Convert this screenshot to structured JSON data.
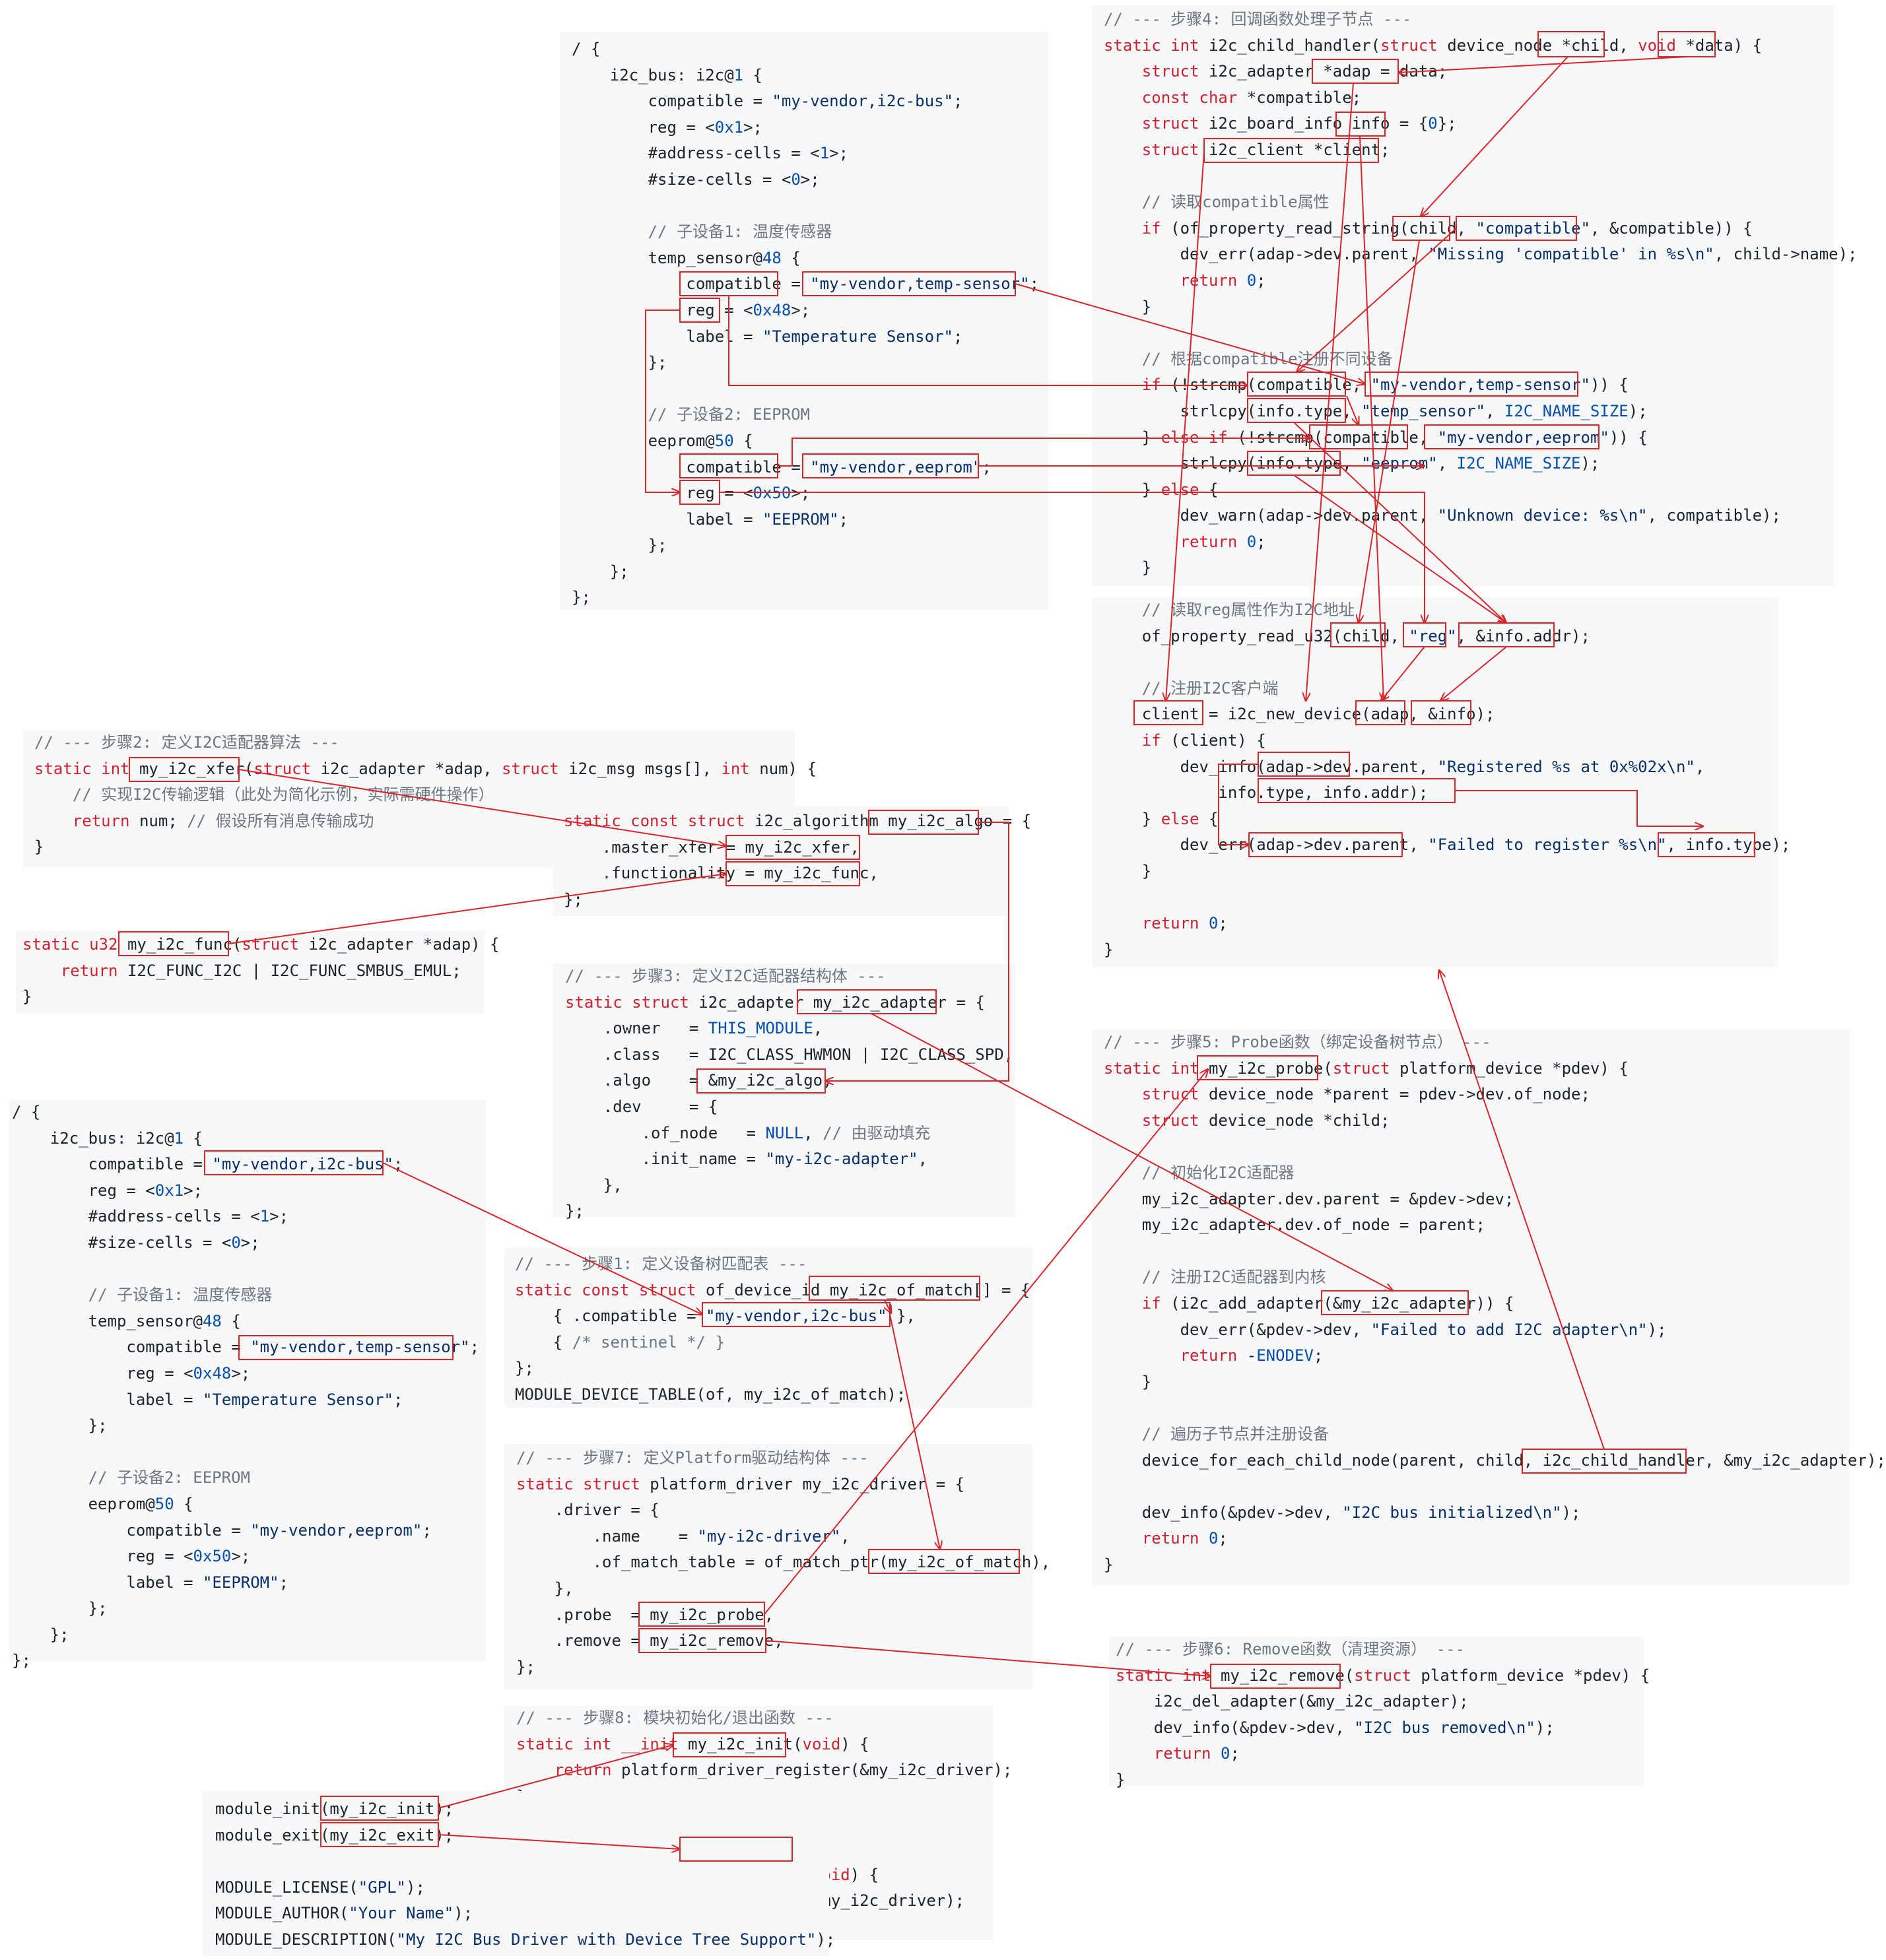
{
  "blocks": {
    "dt_top": [
      "/ {",
      "    i2c_bus: i2c@1 {",
      "        compatible = \"my-vendor,i2c-bus\";",
      "        reg = <0x1>;",
      "        #address-cells = <1>;",
      "        #size-cells = <0>;",
      "",
      "        // 子设备1: 温度传感器",
      "        temp_sensor@48 {",
      "            compatible = \"my-vendor,temp-sensor\";",
      "            reg = <0x48>;",
      "            label = \"Temperature Sensor\";",
      "        };",
      "",
      "        // 子设备2: EEPROM",
      "        eeprom@50 {",
      "            compatible = \"my-vendor,eeprom\";",
      "            reg = <0x50>;",
      "            label = \"EEPROM\";",
      "        };",
      "    };",
      "};"
    ],
    "step4": [
      "// --- 步骤4: 回调函数处理子节点 ---",
      "static int i2c_child_handler(struct device_node *child, void *data) {",
      "    struct i2c_adapter *adap = data;",
      "    const char *compatible;",
      "    struct i2c_board_info info = {0};",
      "    struct i2c_client *client;",
      "",
      "    // 读取compatible属性",
      "    if (of_property_read_string(child, \"compatible\", &compatible)) {",
      "        dev_err(adap->dev.parent, \"Missing 'compatible' in %s\\n\", child->name);",
      "        return 0;",
      "    }",
      "",
      "    // 根据compatible注册不同设备",
      "    if (!strcmp(compatible, \"my-vendor,temp-sensor\")) {",
      "        strlcpy(info.type, \"temp_sensor\", I2C_NAME_SIZE);",
      "    } else if (!strcmp(compatible, \"my-vendor,eeprom\")) {",
      "        strlcpy(info.type, \"eeprom\", I2C_NAME_SIZE);",
      "    } else {",
      "        dev_warn(adap->dev.parent, \"Unknown device: %s\\n\", compatible);",
      "        return 0;",
      "    }"
    ],
    "step4b": [
      "    // 读取reg属性作为I2C地址",
      "    of_property_read_u32(child, \"reg\", &info.addr);",
      "",
      "    // 注册I2C客户端",
      "    client = i2c_new_device(adap, &info);",
      "    if (client) {",
      "        dev_info(adap->dev.parent, \"Registered %s at 0x%02x\\n\",",
      "            info.type, info.addr);",
      "    } else {",
      "        dev_err(adap->dev.parent, \"Failed to register %s\\n\", info.type);",
      "    }",
      "",
      "    return 0;",
      "}"
    ],
    "step2": [
      "// --- 步骤2: 定义I2C适配器算法 ---",
      "static int my_i2c_xfer(struct i2c_adapter *adap, struct i2c_msg msgs[], int num) {",
      "    // 实现I2C传输逻辑（此处为简化示例，实际需硬件操作）",
      "    return num; // 假设所有消息传输成功",
      "}"
    ],
    "algo": [
      "static const struct i2c_algorithm my_i2c_algo = {",
      "    .master_xfer = my_i2c_xfer,",
      "    .functionality = my_i2c_func,",
      "};"
    ],
    "func": [
      "static u32 my_i2c_func(struct i2c_adapter *adap) {",
      "    return I2C_FUNC_I2C | I2C_FUNC_SMBUS_EMUL;",
      "}"
    ],
    "step3": [
      "// --- 步骤3: 定义I2C适配器结构体 ---",
      "static struct i2c_adapter my_i2c_adapter = {",
      "    .owner   = THIS_MODULE,",
      "    .class   = I2C_CLASS_HWMON | I2C_CLASS_SPD,",
      "    .algo    = &my_i2c_algo,",
      "    .dev     = {",
      "        .of_node   = NULL, // 由驱动填充",
      "        .init_name = \"my-i2c-adapter\",",
      "    },",
      "};"
    ],
    "step5": [
      "// --- 步骤5: Probe函数（绑定设备树节点） ---",
      "static int my_i2c_probe(struct platform_device *pdev) {",
      "    struct device_node *parent = pdev->dev.of_node;",
      "    struct device_node *child;",
      "",
      "    // 初始化I2C适配器",
      "    my_i2c_adapter.dev.parent = &pdev->dev;",
      "    my_i2c_adapter.dev.of_node = parent;",
      "",
      "    // 注册I2C适配器到内核",
      "    if (i2c_add_adapter(&my_i2c_adapter)) {",
      "        dev_err(&pdev->dev, \"Failed to add I2C adapter\\n\");",
      "        return -ENODEV;",
      "    }",
      "",
      "    // 遍历子节点并注册设备",
      "    device_for_each_child_node(parent, child, i2c_child_handler, &my_i2c_adapter);",
      "",
      "    dev_info(&pdev->dev, \"I2C bus initialized\\n\");",
      "    return 0;",
      "}"
    ],
    "dt_bottom": [
      "/ {",
      "    i2c_bus: i2c@1 {",
      "        compatible = \"my-vendor,i2c-bus\";",
      "        reg = <0x1>;",
      "        #address-cells = <1>;",
      "        #size-cells = <0>;",
      "",
      "        // 子设备1: 温度传感器",
      "        temp_sensor@48 {",
      "            compatible = \"my-vendor,temp-sensor\";",
      "            reg = <0x48>;",
      "            label = \"Temperature Sensor\";",
      "        };",
      "",
      "        // 子设备2: EEPROM",
      "        eeprom@50 {",
      "            compatible = \"my-vendor,eeprom\";",
      "            reg = <0x50>;",
      "            label = \"EEPROM\";",
      "        };",
      "    };",
      "};"
    ],
    "step1": [
      "// --- 步骤1: 定义设备树匹配表 ---",
      "static const struct of_device_id my_i2c_of_match[] = {",
      "    { .compatible = \"my-vendor,i2c-bus\" },",
      "    { /* sentinel */ }",
      "};",
      "MODULE_DEVICE_TABLE(of, my_i2c_of_match);"
    ],
    "step7": [
      "// --- 步骤7: 定义Platform驱动结构体 ---",
      "static struct platform_driver my_i2c_driver = {",
      "    .driver = {",
      "        .name    = \"my-i2c-driver\",",
      "        .of_match_table = of_match_ptr(my_i2c_of_match),",
      "    },",
      "    .probe  = my_i2c_probe,",
      "    .remove = my_i2c_remove,",
      "};"
    ],
    "step6": [
      "// --- 步骤6: Remove函数（清理资源） ---",
      "static int my_i2c_remove(struct platform_device *pdev) {",
      "    i2c_del_adapter(&my_i2c_adapter);",
      "    dev_info(&pdev->dev, \"I2C bus removed\\n\");",
      "    return 0;",
      "}"
    ],
    "step8": [
      "// --- 步骤8: 模块初始化/退出函数 ---",
      "static int __init my_i2c_init(void) {",
      "    return platform_driver_register(&my_i2c_driver);",
      "}",
      "",
      "",
      "static void __exit my_i2c_exit(void) {",
      "    platform_driver_unregister(&my_i2c_driver);",
      "}"
    ],
    "module": [
      "module_init(my_i2c_init);",
      "module_exit(my_i2c_exit);",
      "",
      "MODULE_LICENSE(\"GPL\");",
      "MODULE_AUTHOR(\"Your Name\");",
      "MODULE_DESCRIPTION(\"My I2C Bus Driver with Device Tree Support\");"
    ]
  },
  "colors": {
    "annotation": "#d9262b",
    "panel": "#f6f8fa",
    "keyword": "#cf222e",
    "type": "#6639ba",
    "comment": "#6e7781",
    "string": "#0a3069",
    "number": "#0550ae",
    "function": "#8250df",
    "text": "#1f2328"
  }
}
